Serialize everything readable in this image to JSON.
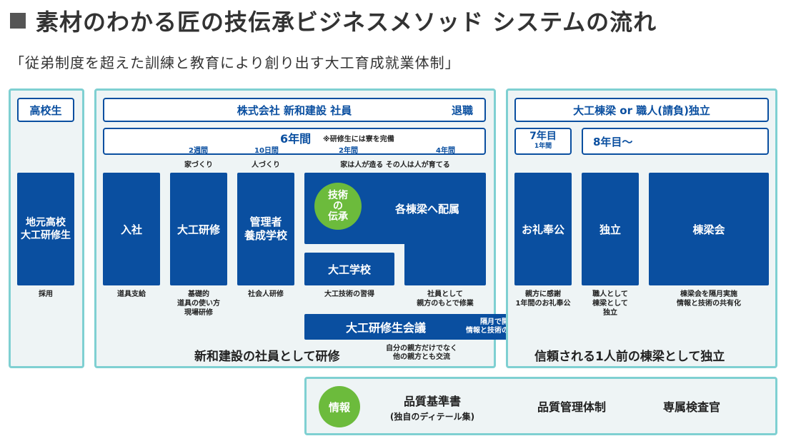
{
  "header": {
    "title": "素材のわかる匠の技伝承ビジネスメソッド システムの流れ",
    "subtitle": "「従弟制度を超えた訓練と教育により創り出す大工育成就業体制」"
  },
  "col_school": {
    "header": "高校生",
    "block": "地元高校\n大工研修生",
    "caption": "採用"
  },
  "col_company": {
    "header": "株式会社 新和建設 社員",
    "retire": "退職",
    "period": "6年間",
    "period_note": "※研修生には寮を完備",
    "durations": [
      "2週間",
      "10日間",
      "2年間",
      "4年間"
    ],
    "labels_top": [
      "家づくり",
      "人づくり",
      "家は人が造る その人は人が育てる"
    ],
    "blocks": [
      "入社",
      "大工研修",
      "管理者\n養成学校",
      "各棟梁へ配属",
      "大工学校"
    ],
    "tech_circle": "技術\nの\n伝承",
    "captions": [
      "道具支給",
      "基礎的\n道具の使い方\n現場研修",
      "社会人研修",
      "大工技術の習得",
      "社員として\n親方のもとで修業"
    ],
    "council": "大工研修生会議",
    "council_note": "隔月で開催\n情報と技術の共有化",
    "footer": "新和建設の社員として研修",
    "footer_note": "自分の親方だけでなく\n他の親方とも交流"
  },
  "col_independent": {
    "header": "大工棟梁 or 職人(請負)独立",
    "year7": "7年目",
    "year7_sub": "1年間",
    "year8": "8年目〜",
    "blocks": [
      "お礼奉公",
      "独立",
      "棟梁会"
    ],
    "captions": [
      "親方に感謝\n1年間のお礼奉公",
      "職人として\n棟梁として\n独立",
      "棟梁会を隔月実施\n情報と技術の共有化"
    ],
    "footer": "信頼される1人前の棟梁として独立"
  },
  "info": {
    "circle": "情報",
    "items": [
      "品質基準書",
      "品質管理体制",
      "専属検査官"
    ],
    "item1_sub": "(独自のディテール集)"
  },
  "colors": {
    "blue": "#0a4fa0",
    "teal": "#7fd0d2",
    "green": "#6cbb3c",
    "panel": "#eef4f5"
  }
}
